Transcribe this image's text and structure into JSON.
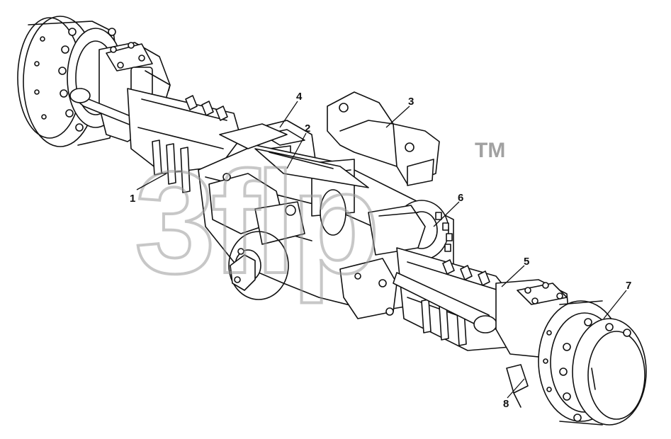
{
  "diagram": {
    "callouts": [
      {
        "id": "callout-1",
        "label": "1"
      },
      {
        "id": "callout-2",
        "label": "2"
      },
      {
        "id": "callout-3",
        "label": "3"
      },
      {
        "id": "callout-4",
        "label": "4"
      },
      {
        "id": "callout-5",
        "label": "5"
      },
      {
        "id": "callout-6",
        "label": "6"
      },
      {
        "id": "callout-7",
        "label": "7"
      },
      {
        "id": "callout-8",
        "label": "8"
      }
    ],
    "watermark": {
      "text": "3flp",
      "trademark": "TM",
      "color": "#9a9a9a"
    },
    "colors": {
      "line": "#111111",
      "background": "#ffffff"
    }
  }
}
